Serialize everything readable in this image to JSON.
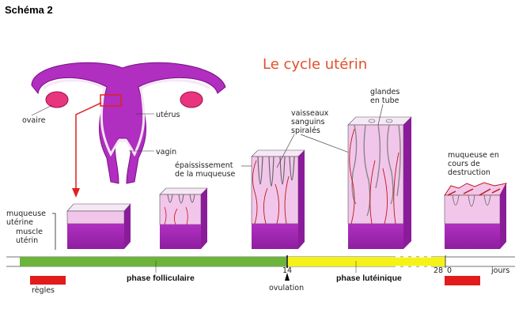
{
  "header": {
    "label": "Schéma 2"
  },
  "title": "Le cycle utérin",
  "anatomy": {
    "ovary": "ovaire",
    "uterus": "utérus",
    "vagina": "vagin"
  },
  "layers": {
    "mucosa_line1": "muqueuse",
    "mucosa_line2": "utérine",
    "muscle_line1": "muscle",
    "muscle_line2": "utérin"
  },
  "annotations": {
    "thickening_line1": "épaississement",
    "thickening_line2": "de la muqueuse",
    "vessels_line1": "vaisseaux",
    "vessels_line2": "sanguins",
    "vessels_line3": "spiralés",
    "glands_line1": "glandes",
    "glands_line2": "en tube",
    "destruction_line1": "muqueuse en",
    "destruction_line2": "cours de",
    "destruction_line3": "destruction"
  },
  "timeline": {
    "follicular_phase": "phase folliculaire",
    "luteal_phase": "phase lutéinique",
    "day14": "14",
    "day28": "28",
    "day0": "0",
    "unit": "jours",
    "ovulation": "ovulation",
    "menses": "règles"
  },
  "colors": {
    "title": "#e0502a",
    "mucosa": "#f2c6ea",
    "muscle": "#a526b5",
    "follicular": "#6cb43a",
    "luteal": "#f5f21a",
    "menses": "#e21b1b"
  }
}
